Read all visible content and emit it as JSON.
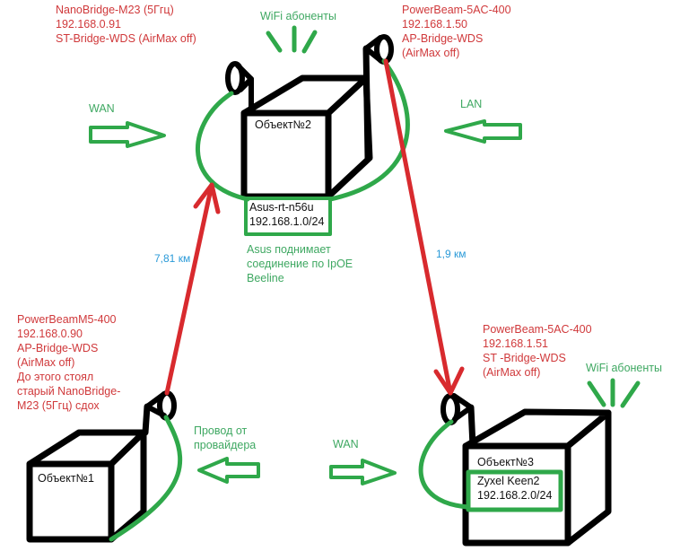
{
  "colors": {
    "device_label": "#d0393b",
    "annotation": "#3fa862",
    "distance": "#2a9ad8",
    "link": "#d82a2e",
    "cable": "#2fa84a",
    "ink": "#000000",
    "background": "#ffffff"
  },
  "devices": {
    "nanobridge_obj2": {
      "lines": [
        "NanoBridge-M23 (5Ггц)",
        "192.168.0.91",
        "ST-Bridge-WDS (AirMax off)"
      ]
    },
    "powerbeam_obj2": {
      "lines": [
        "PowerBeam-5AC-400",
        "192.168.1.50",
        "AP-Bridge-WDS",
        "(AirMax off)"
      ]
    },
    "powerbeam_obj1": {
      "lines": [
        "PowerBeamM5-400",
        "192.168.0.90",
        "AP-Bridge-WDS",
        "(AirMax off)",
        "До этого стоял",
        "старый NanoBridge-",
        "M23 (5Ггц) сдох"
      ]
    },
    "powerbeam_obj3": {
      "lines": [
        "PowerBeam-5AC-400",
        "192.168.1.51",
        "ST -Bridge-WDS",
        "(AirMax off)"
      ]
    }
  },
  "objects": {
    "obj1": {
      "name": "Объект№1"
    },
    "obj2": {
      "name": "Объект№2",
      "router": {
        "model": "Asus-rt-n56u",
        "subnet": "192.168.1.0/24"
      },
      "note": [
        "Asus поднимает",
        "соединение по IpOE",
        "Beeline"
      ]
    },
    "obj3": {
      "name": "Объект№3",
      "router": {
        "model": "Zyxel Keen2",
        "subnet": "192.168.2.0/24"
      }
    }
  },
  "annotations": {
    "wifi_obj2": "WiFi абоненты",
    "wifi_obj3": "WiFi абоненты",
    "wan_obj2": "WAN",
    "lan_obj2": "LAN",
    "provider_cable": [
      "Провод от",
      "провайдера"
    ],
    "wan_obj3": "WAN"
  },
  "arrows": {
    "wan_obj2": "right",
    "lan_obj2": "left",
    "provider_cable": "left",
    "wan_obj3": "right"
  },
  "links": [
    {
      "from": "Объект№1",
      "to": "Объект№2",
      "distance": "7,81 км"
    },
    {
      "from": "Объект№2",
      "to": "Объект№3",
      "distance": "1,9 км"
    }
  ]
}
